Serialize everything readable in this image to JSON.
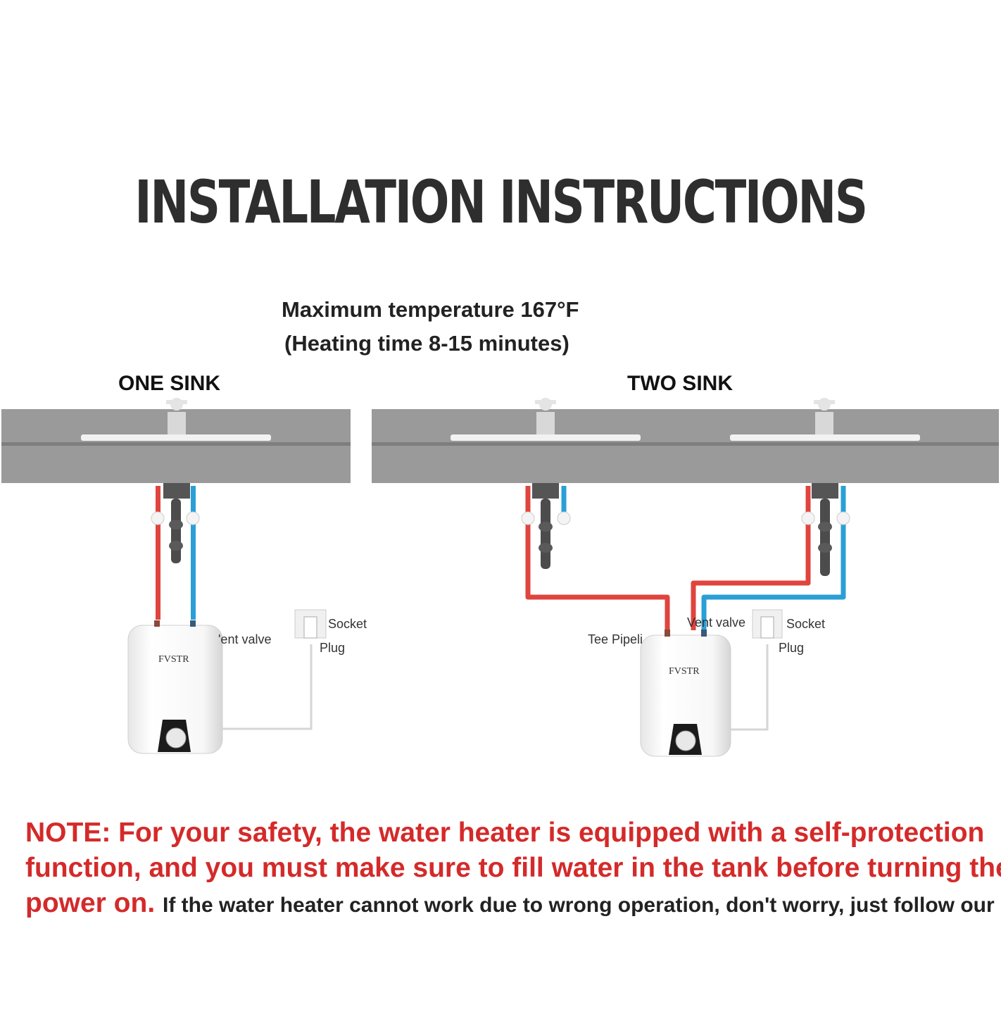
{
  "title": "INSTALLATION INSTRUCTIONS",
  "subtitle_line1": "Maximum temperature 167°F",
  "subtitle_line2": "(Heating time 8-15 minutes)",
  "one_sink": {
    "label": "ONE SINK",
    "vent_valve": "'ent valve",
    "socket": "Socket",
    "plug": "Plug",
    "brand": "FVSTR"
  },
  "two_sink": {
    "label": "TWO SINK",
    "tee_pipeline": "Tee Pipeli",
    "vent_valve": "Vent valve",
    "socket": "Socket",
    "plug": "Plug",
    "brand": "FVSTR"
  },
  "note": {
    "red_line1": "NOTE: For your safety, the water heater is equipped with a self-protection",
    "red_line2": "function, and you must make sure to fill water in the tank before turning the",
    "red_line3": "power on.",
    "black_line3": "If the water heater cannot work due to wrong operation, don't worry, just follow our"
  },
  "colors": {
    "hot_pipe": "#e0443e",
    "cold_pipe": "#2a9fd6",
    "counter": "#9a9a9a",
    "note_text": "#d42a2a"
  }
}
